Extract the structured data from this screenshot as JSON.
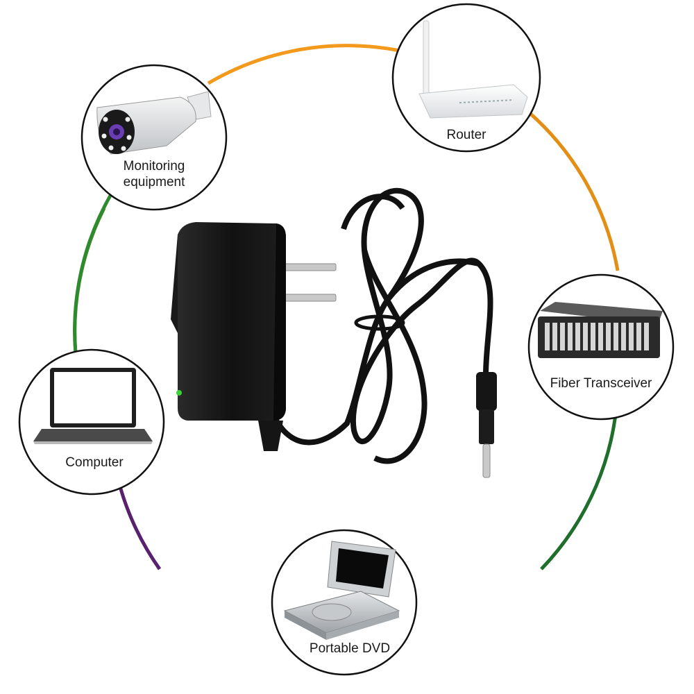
{
  "devices": [
    {
      "id": "monitoring",
      "label_lines": [
        "Monitoring",
        "equipment"
      ],
      "icon": "security-camera-icon"
    },
    {
      "id": "router",
      "label_lines": [
        "Router"
      ],
      "icon": "router-icon"
    },
    {
      "id": "fiber",
      "label_lines": [
        "Fiber Transceiver"
      ],
      "icon": "fiber-transceiver-rack-icon"
    },
    {
      "id": "computer",
      "label_lines": [
        "Computer"
      ],
      "icon": "laptop-icon"
    },
    {
      "id": "dvd",
      "label_lines": [
        "Portable DVD"
      ],
      "icon": "portable-dvd-icon"
    }
  ],
  "product": {
    "icon": "power-adapter-icon",
    "plug": "two-prong-us-plug",
    "cable_color": "#111111",
    "led_color": "#3ad23a"
  },
  "ring_colors": {
    "orange": "#f39a1c",
    "green": "#2e8a2e",
    "purple": "#6a1a72"
  }
}
